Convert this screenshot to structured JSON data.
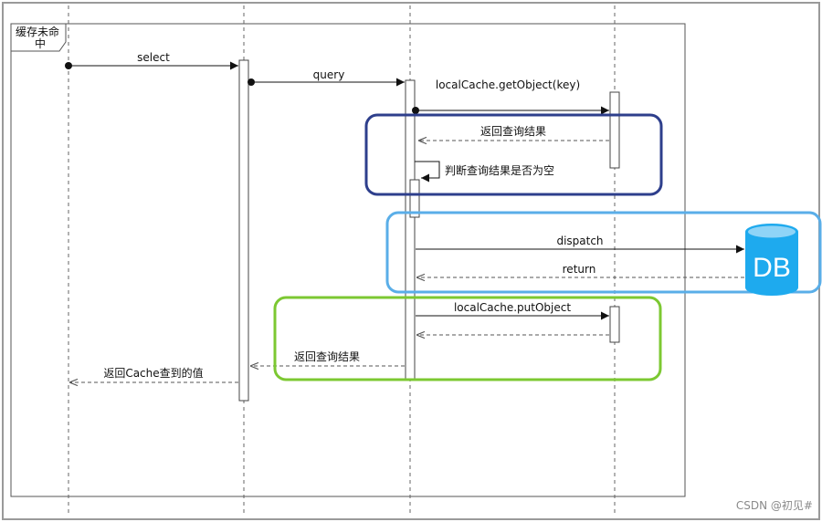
{
  "frame": {
    "title_line1": "缓存未命",
    "title_line2": "中"
  },
  "messages": {
    "select": "select",
    "query": "query",
    "get_object": "localCache.getObject(key)",
    "return_query_result_1": "返回查询结果",
    "check_empty": "判断查询结果是否为空",
    "dispatch": "dispatch",
    "return": "return",
    "put_object": "localCache.putObject",
    "return_query_result_2": "返回查询结果",
    "return_cache_value": "返回Cache查到的值"
  },
  "database": {
    "label": "DB"
  },
  "highlight_colors": {
    "cache_lookup": "#2e3f8c",
    "db_dispatch": "#5aaee8",
    "cache_store": "#7cc832",
    "database": "#1eaaee"
  },
  "watermark": "CSDN @初见#"
}
